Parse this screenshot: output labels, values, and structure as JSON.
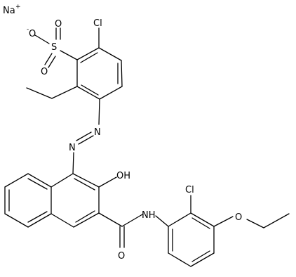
{
  "molecule": {
    "counter_ion": {
      "label": "Na",
      "charge": "+"
    },
    "sulfonate": {
      "oxygen_minus_charge": "-",
      "oxygen_minus": "O",
      "sulfur": "S",
      "oxygen_top": "O",
      "oxygen_bottom": "O"
    },
    "chloro_top": "Cl",
    "azo_n1": "N",
    "azo_n2": "N",
    "hydroxyl": "OH",
    "amide_nh": "NH",
    "amide_o": "O",
    "chloro_bottom": "Cl",
    "ether_o": "O"
  }
}
